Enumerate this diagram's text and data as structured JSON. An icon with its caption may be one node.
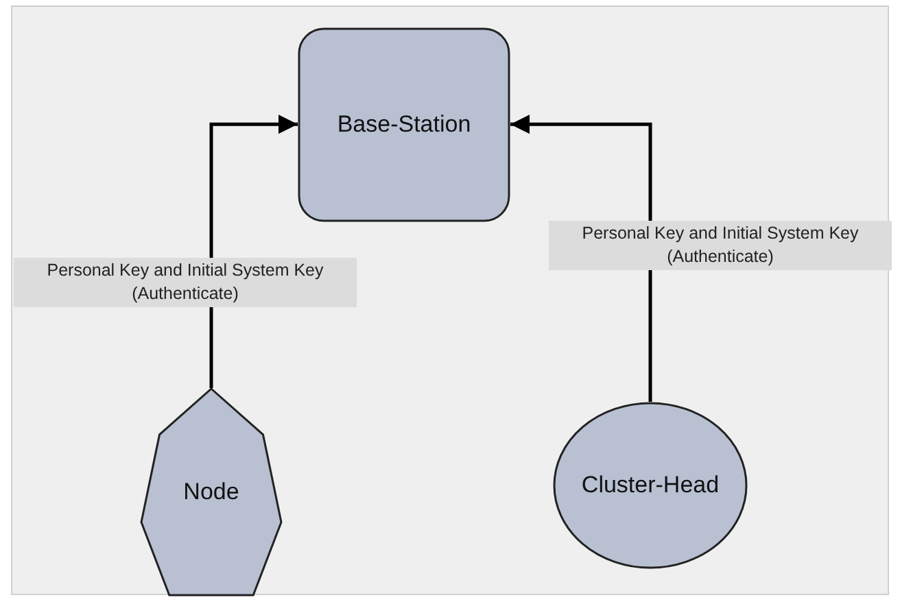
{
  "diagram": {
    "nodes": [
      {
        "text": [
          "Base-Station"
        ]
      },
      {
        "text": [
          "Node"
        ]
      },
      {
        "text": [
          "Cluster-Head"
        ]
      }
    ],
    "edges": [
      {
        "from": 1,
        "to": 0,
        "arrow": "to",
        "label": "Personal Key and Initial System Key (Authenticate)"
      },
      {
        "from": 2,
        "to": 0,
        "arrow": "to",
        "label": "Personal Key and Initial System Key (Authenticate)"
      }
    ]
  }
}
